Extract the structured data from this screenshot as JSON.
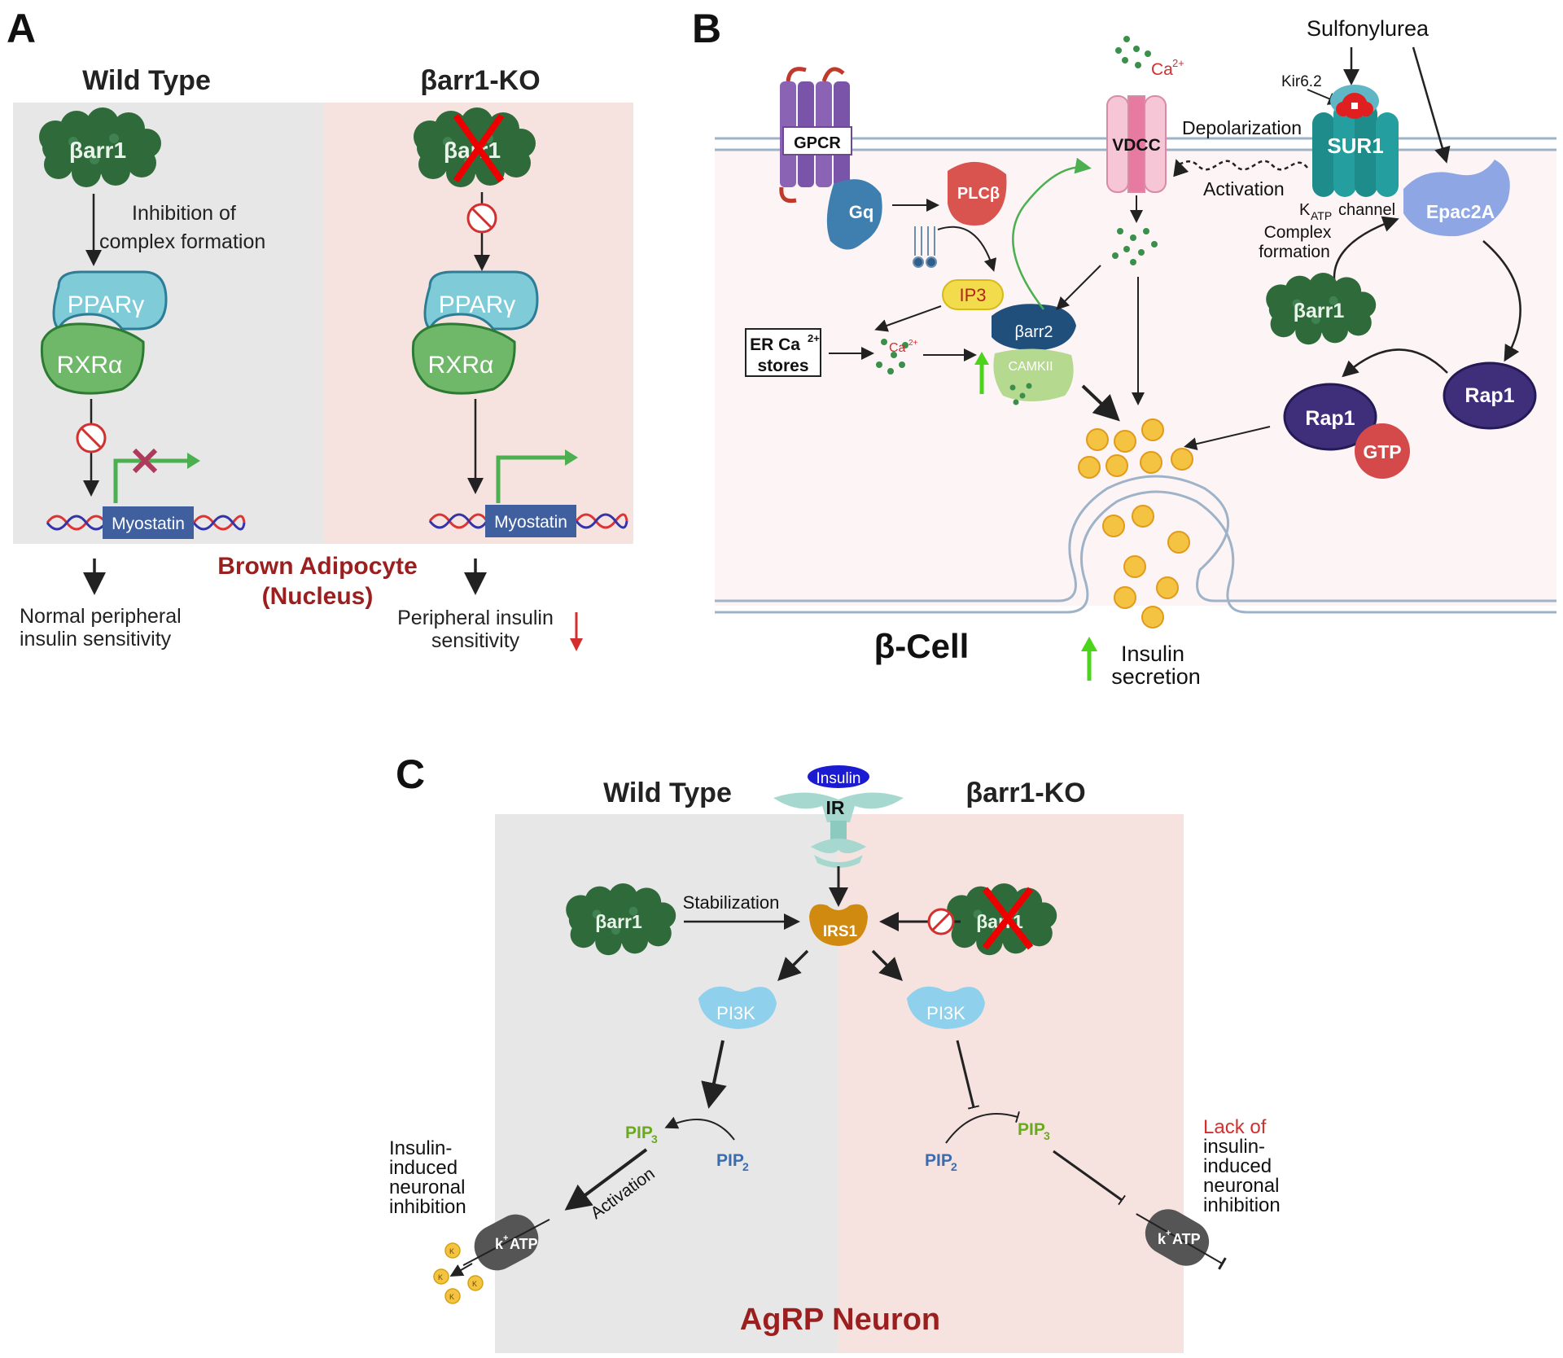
{
  "panel_a": {
    "letter": "A",
    "wt_title": "Wild Type",
    "ko_title": "βarr1-KO",
    "barr1": "βarr1",
    "inhibition_1": "Inhibition of",
    "inhibition_2": "complex formation",
    "ppar": "PPARγ",
    "rxr": "RXRα",
    "gene": "Myostatin",
    "cell_1": "Brown Adipocyte",
    "cell_2": "(Nucleus)",
    "wt_out_1": "Normal peripheral",
    "wt_out_2": "insulin sensitivity",
    "ko_out_1": "Peripheral insulin",
    "ko_out_2": "sensitivity"
  },
  "panel_b": {
    "letter": "B",
    "sulfonylurea": "Sulfonylurea",
    "ca": "Ca",
    "ca_sup": "2+",
    "kir": "Kir6.2",
    "depolarization": "Depolarization",
    "activation": "Activation",
    "gpcr": "GPCR",
    "gq": "Gq",
    "plcb": "PLCβ",
    "vdcc": "VDCC",
    "sur1": "SUR1",
    "katp_k": "K",
    "katp_sub": "ATP",
    "katp_rest": " channel",
    "epac": "Epac2A",
    "complex_1": "Complex",
    "complex_2": "formation",
    "barr1": "βarr1",
    "ip3": "IP3",
    "er_1": "ER Ca",
    "er_sup": "2+",
    "er_2": "stores",
    "barr2": "βarr2",
    "camkii": "CAMKII",
    "rap1": "Rap1",
    "gtp": "GTP",
    "cell": "β-Cell",
    "insulin_1": "Insulin",
    "insulin_2": "secretion"
  },
  "panel_c": {
    "letter": "C",
    "wt_title": "Wild Type",
    "ko_title": "βarr1-KO",
    "insulin": "Insulin",
    "ir": "IR",
    "barr1": "βarr1",
    "stabilization": "Stabilization",
    "irs1": "IRS1",
    "pi3k": "PI3K",
    "pip": "PIP",
    "pip3_sub": "3",
    "pip2_sub": "2",
    "activation": "Activation",
    "katp": "k",
    "katp_sup": "+",
    "katp_rest": "ATP",
    "k_ion": "K",
    "k_sup": "+",
    "wt_effect": [
      "Insulin-",
      "induced",
      "neuronal",
      "inhibition"
    ],
    "ko_effect_red": "Lack of",
    "ko_effect": [
      "insulin-",
      "induced",
      "neuronal",
      "inhibition"
    ],
    "neuron": "AgRP Neuron"
  },
  "colors": {
    "wt_panel": "#e7e7e7",
    "ko_panel": "#f6e3e0",
    "barr_green": "#2f6b3a",
    "ppar_blue": "#7fcbd8",
    "rxr_green": "#6fb86a",
    "myostatin": "#3f5f9f",
    "dark_red": "#9c1f1f",
    "arrow_green": "#4caf50",
    "vesicle": "#f5c342",
    "pi3k": "#8fd0ec",
    "irs1": "#d08a0f",
    "rap1": "#3f2f7a",
    "gtp": "#d44a4a"
  },
  "icons": [
    "barr1-protein-icon",
    "cross-out-icon",
    "inhibition-sign-icon",
    "dna-icon",
    "gpcr-icon",
    "vdcc-channel-icon",
    "katp-channel-icon",
    "vesicle-icon",
    "insulin-receptor-icon",
    "katp-icon",
    "potassium-ion-icon"
  ]
}
